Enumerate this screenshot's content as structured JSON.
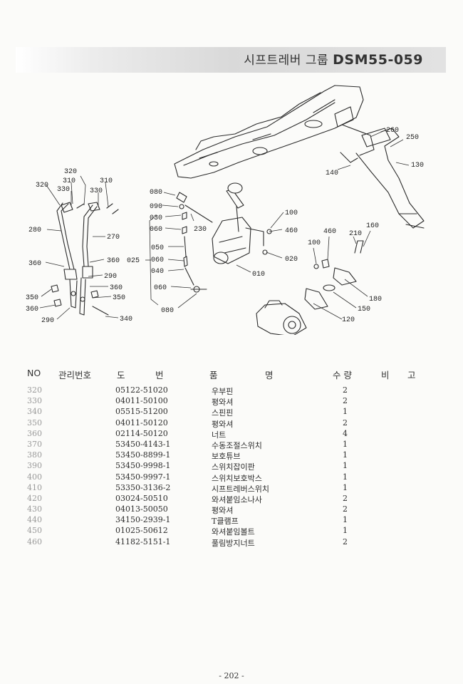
{
  "header": {
    "group_title": "시프트레버 그룹",
    "code": "DSM55-059"
  },
  "diagram": {
    "callouts": [
      "320",
      "310",
      "320",
      "330",
      "310",
      "330",
      "280",
      "270",
      "360",
      "360",
      "290",
      "360",
      "350",
      "350",
      "360",
      "290",
      "340",
      "080",
      "090",
      "030",
      "060",
      "230",
      "050",
      "025",
      "060",
      "040",
      "060",
      "080",
      "100",
      "460",
      "010",
      "020",
      "460",
      "100",
      "210",
      "160",
      "180",
      "150",
      "120",
      "260",
      "250",
      "130",
      "140"
    ]
  },
  "table": {
    "columns": {
      "no": "NO",
      "management_no": "관리번호",
      "drawing_no_1": "도",
      "drawing_no_2": "번",
      "item_1": "품",
      "item_2": "명",
      "qty": "수 량",
      "remark_1": "비",
      "remark_2": "고"
    },
    "rows": [
      {
        "no": "320",
        "part": "05122-51020",
        "name": "우부핀",
        "qty": "2"
      },
      {
        "no": "330",
        "part": "04011-50100",
        "name": "평와셔",
        "qty": "2"
      },
      {
        "no": "340",
        "part": "05515-51200",
        "name": "스핀핀",
        "qty": "1"
      },
      {
        "no": "350",
        "part": "04011-50120",
        "name": "평와셔",
        "qty": "2"
      },
      {
        "no": "360",
        "part": "02114-50120",
        "name": "너트",
        "qty": "4"
      },
      {
        "no": "370",
        "part": "53450-4143-1",
        "name": "수동조절스위치",
        "qty": "1"
      },
      {
        "no": "380",
        "part": "53450-8899-1",
        "name": "보호튜브",
        "qty": "1"
      },
      {
        "no": "390",
        "part": "53450-9998-1",
        "name": "스위치잡이판",
        "qty": "1"
      },
      {
        "no": "400",
        "part": "53450-9997-1",
        "name": "스위치보호박스",
        "qty": "1"
      },
      {
        "no": "410",
        "part": "53350-3136-2",
        "name": "시프트레버스위치",
        "qty": "1"
      },
      {
        "no": "420",
        "part": "03024-50510",
        "name": "와셔붙임소나사",
        "qty": "2"
      },
      {
        "no": "430",
        "part": "04013-50050",
        "name": "평와셔",
        "qty": "2"
      },
      {
        "no": "440",
        "part": "34150-2939-1",
        "name": "T클램프",
        "qty": "1"
      },
      {
        "no": "450",
        "part": "01025-50612",
        "name": "와셔붙임볼트",
        "qty": "1"
      },
      {
        "no": "460",
        "part": "41182-5151-1",
        "name": "풀림방지너트",
        "qty": "2"
      }
    ]
  },
  "footer": {
    "page": "- 202 -"
  }
}
